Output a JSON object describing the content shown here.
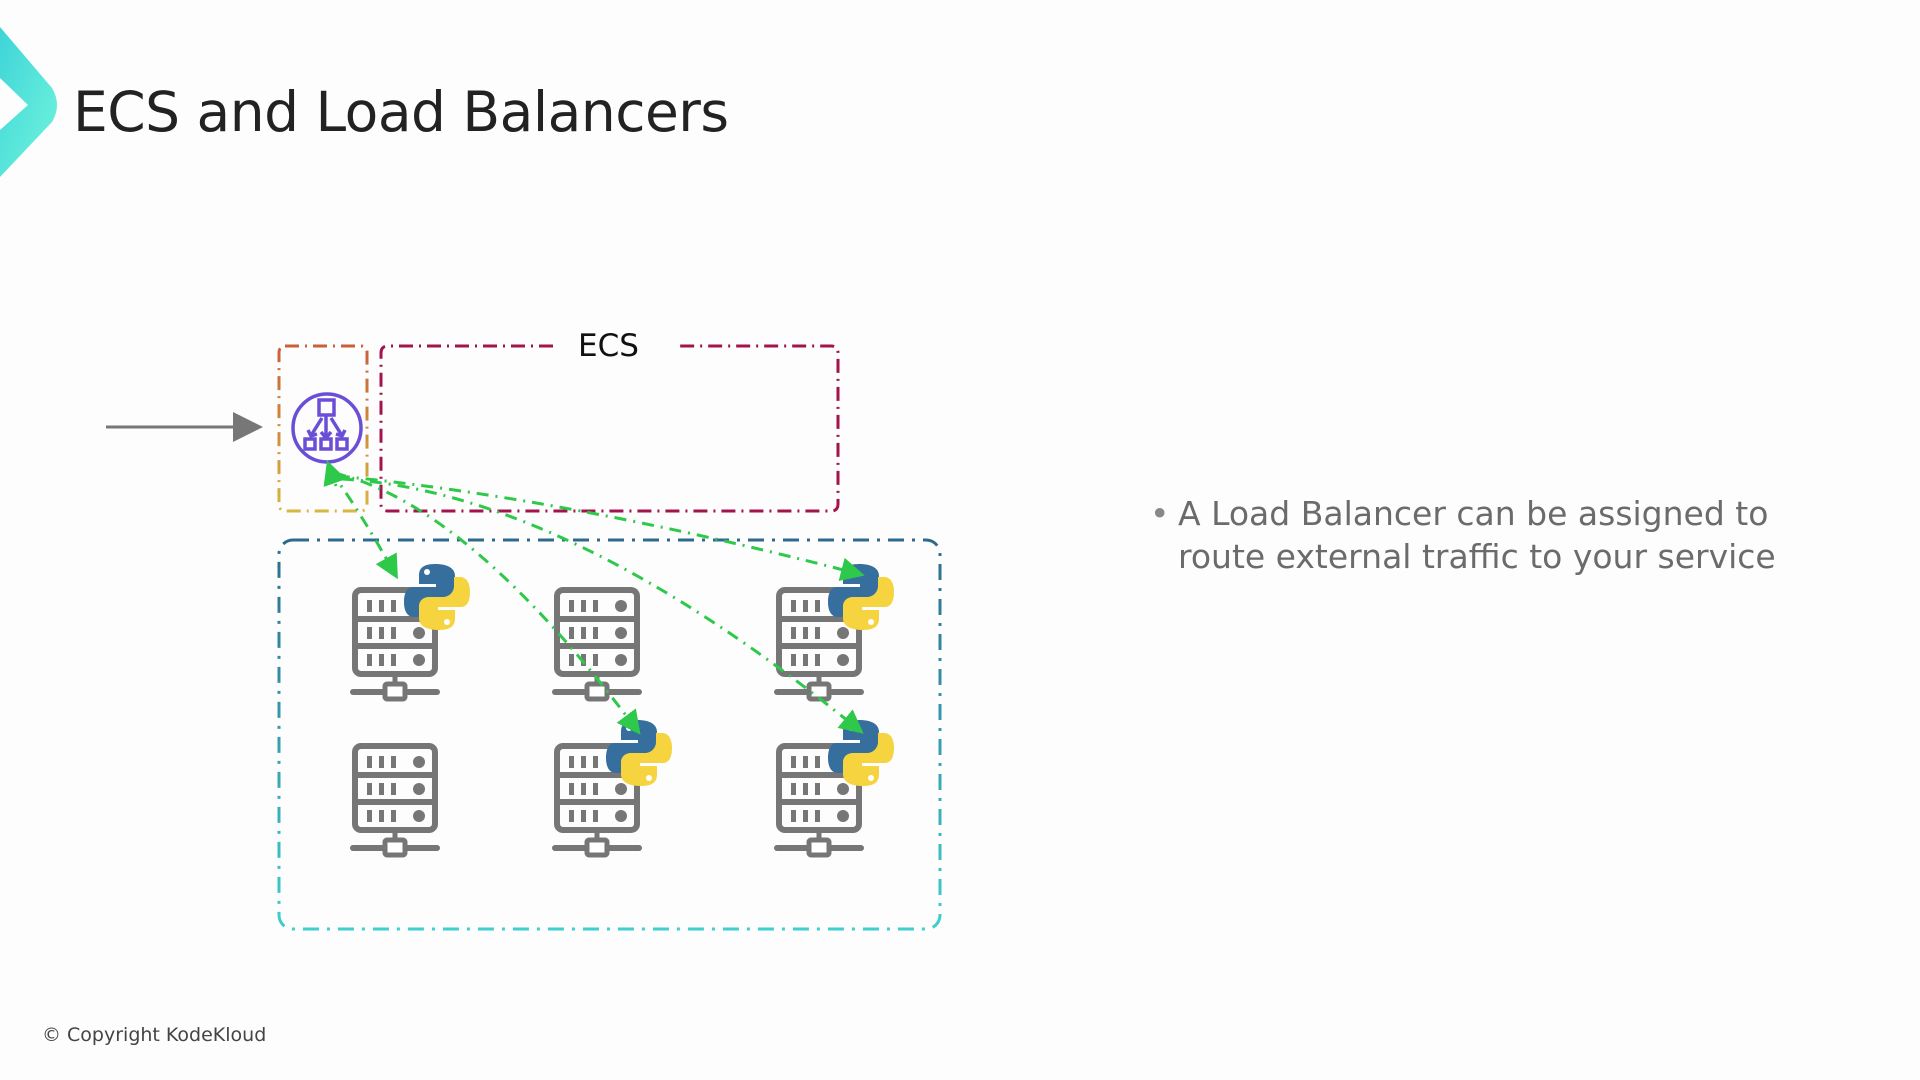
{
  "slide": {
    "title": "ECS and Load Balancers",
    "accent_colors": {
      "chevron_start": "#3fd4d8",
      "chevron_end": "#70f5dc"
    }
  },
  "diagram": {
    "ecs_label": "ECS",
    "load_balancer_icon": "load-balancer-icon",
    "colors": {
      "load_balancer": "#6a4fd6",
      "lb_box_top": "#c8603a",
      "lb_box_bottom": "#d8b640",
      "ecs_box": "#a3144c",
      "cluster_top": "#2f6a8e",
      "cluster_bottom": "#3fcfcf",
      "traffic": "#2ec84a",
      "server": "#767676",
      "python_blue": "#366f9e",
      "python_yellow": "#f5d440"
    },
    "servers": [
      {
        "id": "server-1",
        "row": 1,
        "col": 1,
        "has_python_task": true
      },
      {
        "id": "server-2",
        "row": 1,
        "col": 2,
        "has_python_task": false
      },
      {
        "id": "server-3",
        "row": 1,
        "col": 3,
        "has_python_task": true
      },
      {
        "id": "server-4",
        "row": 2,
        "col": 1,
        "has_python_task": false
      },
      {
        "id": "server-5",
        "row": 2,
        "col": 2,
        "has_python_task": true
      },
      {
        "id": "server-6",
        "row": 2,
        "col": 3,
        "has_python_task": true
      }
    ],
    "traffic_targets": [
      "server-1",
      "server-5",
      "server-3",
      "server-6"
    ]
  },
  "bullets": [
    "A Load Balancer can be assigned to route external traffic to your service"
  ],
  "bullet_glyph": "•",
  "footer": {
    "copyright": "© Copyright KodeKloud"
  }
}
